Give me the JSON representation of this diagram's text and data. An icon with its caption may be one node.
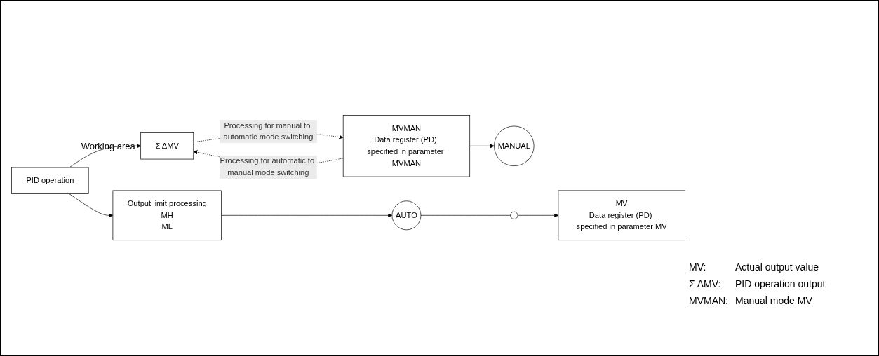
{
  "diagram": {
    "nodes": [
      {
        "text": [
          "PID operation"
        ]
      },
      {
        "text": [
          "Output limit processing",
          "MH",
          "ML"
        ]
      },
      {
        "text": [
          "AUTO"
        ]
      },
      {
        "text": [
          "MANUAL"
        ]
      },
      {
        "text": [],
        "shape": "circle"
      },
      {
        "text": [
          "MV",
          "Data register (PD) specified in parameter MV"
        ]
      },
      {
        "text": [
          "Σ ΔMV"
        ],
        "beside": [
          "Working area"
        ]
      },
      {
        "text": [
          "MVMAN",
          "Data register (PD) specified in parameter MVMAN"
        ]
      }
    ],
    "edges": [
      {
        "from": 0,
        "to": 1,
        "arrow": "to"
      },
      {
        "from": 0,
        "to": 6,
        "arrow": "to"
      },
      {
        "from": 1,
        "to": 2,
        "arrow": "to"
      },
      {
        "from": 2,
        "to": 4,
        "arrow": "none"
      },
      {
        "from": 4,
        "to": 5,
        "arrow": "to"
      },
      {
        "from": 7,
        "to": 3,
        "arrow": "to"
      },
      {
        "from": 7,
        "to": 6,
        "arrow": "to",
        "style": "dashed",
        "label": "Processing for automatic to manual mode switching"
      },
      {
        "from": 6,
        "to": 7,
        "arrow": "to",
        "style": "dashed",
        "label": "Processing for manual to automatic mode switching"
      }
    ],
    "labels": [
      "MV:",
      "Actual output value",
      "Σ ΔMV:",
      "PID operation output",
      "MVMAN:",
      "Manual mode MV"
    ]
  }
}
